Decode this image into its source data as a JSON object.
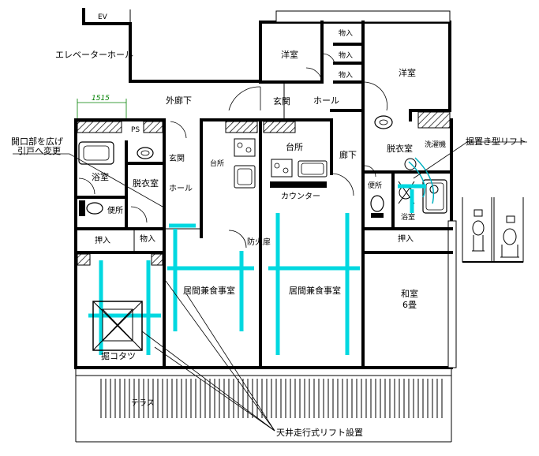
{
  "labels": {
    "ev": "EV",
    "elevator_hall": "エレベーターホール",
    "outer_corridor": "外廊下",
    "dimension": "1515",
    "ps": "PS",
    "opening_note_1": "開口部を広げ",
    "opening_note_2": "引戸へ変更",
    "bath": "浴室",
    "dressing": "脱衣室",
    "toilet": "便所",
    "entrance_small": "玄関",
    "hall_small": "ホール",
    "kitchen_small": "台所",
    "storage": "物入",
    "closet": "押入",
    "living_dining_left": "居間兼食事室",
    "kotatsu": "掘コタツ",
    "western_room_1": "洋室",
    "western_room_2": "洋室",
    "storage_1": "物入",
    "storage_2": "物入",
    "storage_3": "物入",
    "entrance": "玄関",
    "hall": "ホール",
    "kitchen": "台所",
    "corridor": "廊下",
    "counter": "カウンター",
    "fire_door": "防火扉",
    "living_dining_right": "居間兼食事室",
    "dressing_right": "脱衣室",
    "washer": "洗濯機",
    "floor_lift": "据置き型リフト",
    "toilet_right": "便所",
    "bath_right": "浴室",
    "closet_right": "押入",
    "japanese_room": "和室",
    "tatami": "6畳",
    "terrace": "テラス",
    "ceiling_lift": "天井走行式リフト設置"
  },
  "colors": {
    "rail": "#00d8e0",
    "dimension": "#008000"
  }
}
